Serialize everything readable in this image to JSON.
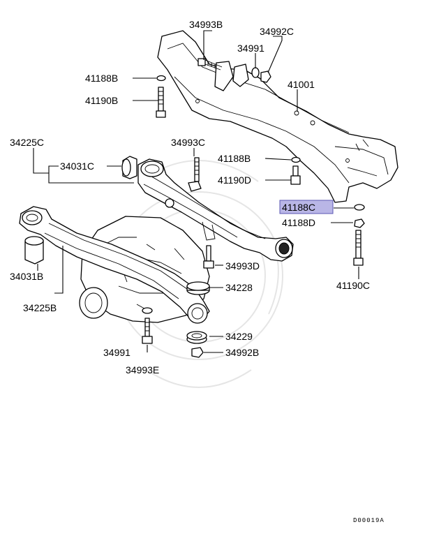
{
  "diagram": {
    "labels": {
      "l34993B": "34993B",
      "l34992C": "34992C",
      "l34991_top": "34991",
      "l41188B_top": "41188B",
      "l41001": "41001",
      "l41190B": "41190B",
      "l34225C": "34225C",
      "l34993C": "34993C",
      "l34031C": "34031C",
      "l41188B_mid": "41188B",
      "l41190D": "41190D",
      "l41188C": "41188C",
      "l41188D": "41188D",
      "l34993D": "34993D",
      "l34031B": "34031B",
      "l34228": "34228",
      "l41190C": "41190C",
      "l34225B": "34225B",
      "l34229": "34229",
      "l34991_bot": "34991",
      "l34992B": "34992B",
      "l34993E": "34993E"
    },
    "highlighted_label": "41188C",
    "highlight_color": "#b9b6e6",
    "diagram_code": "D00019A"
  }
}
